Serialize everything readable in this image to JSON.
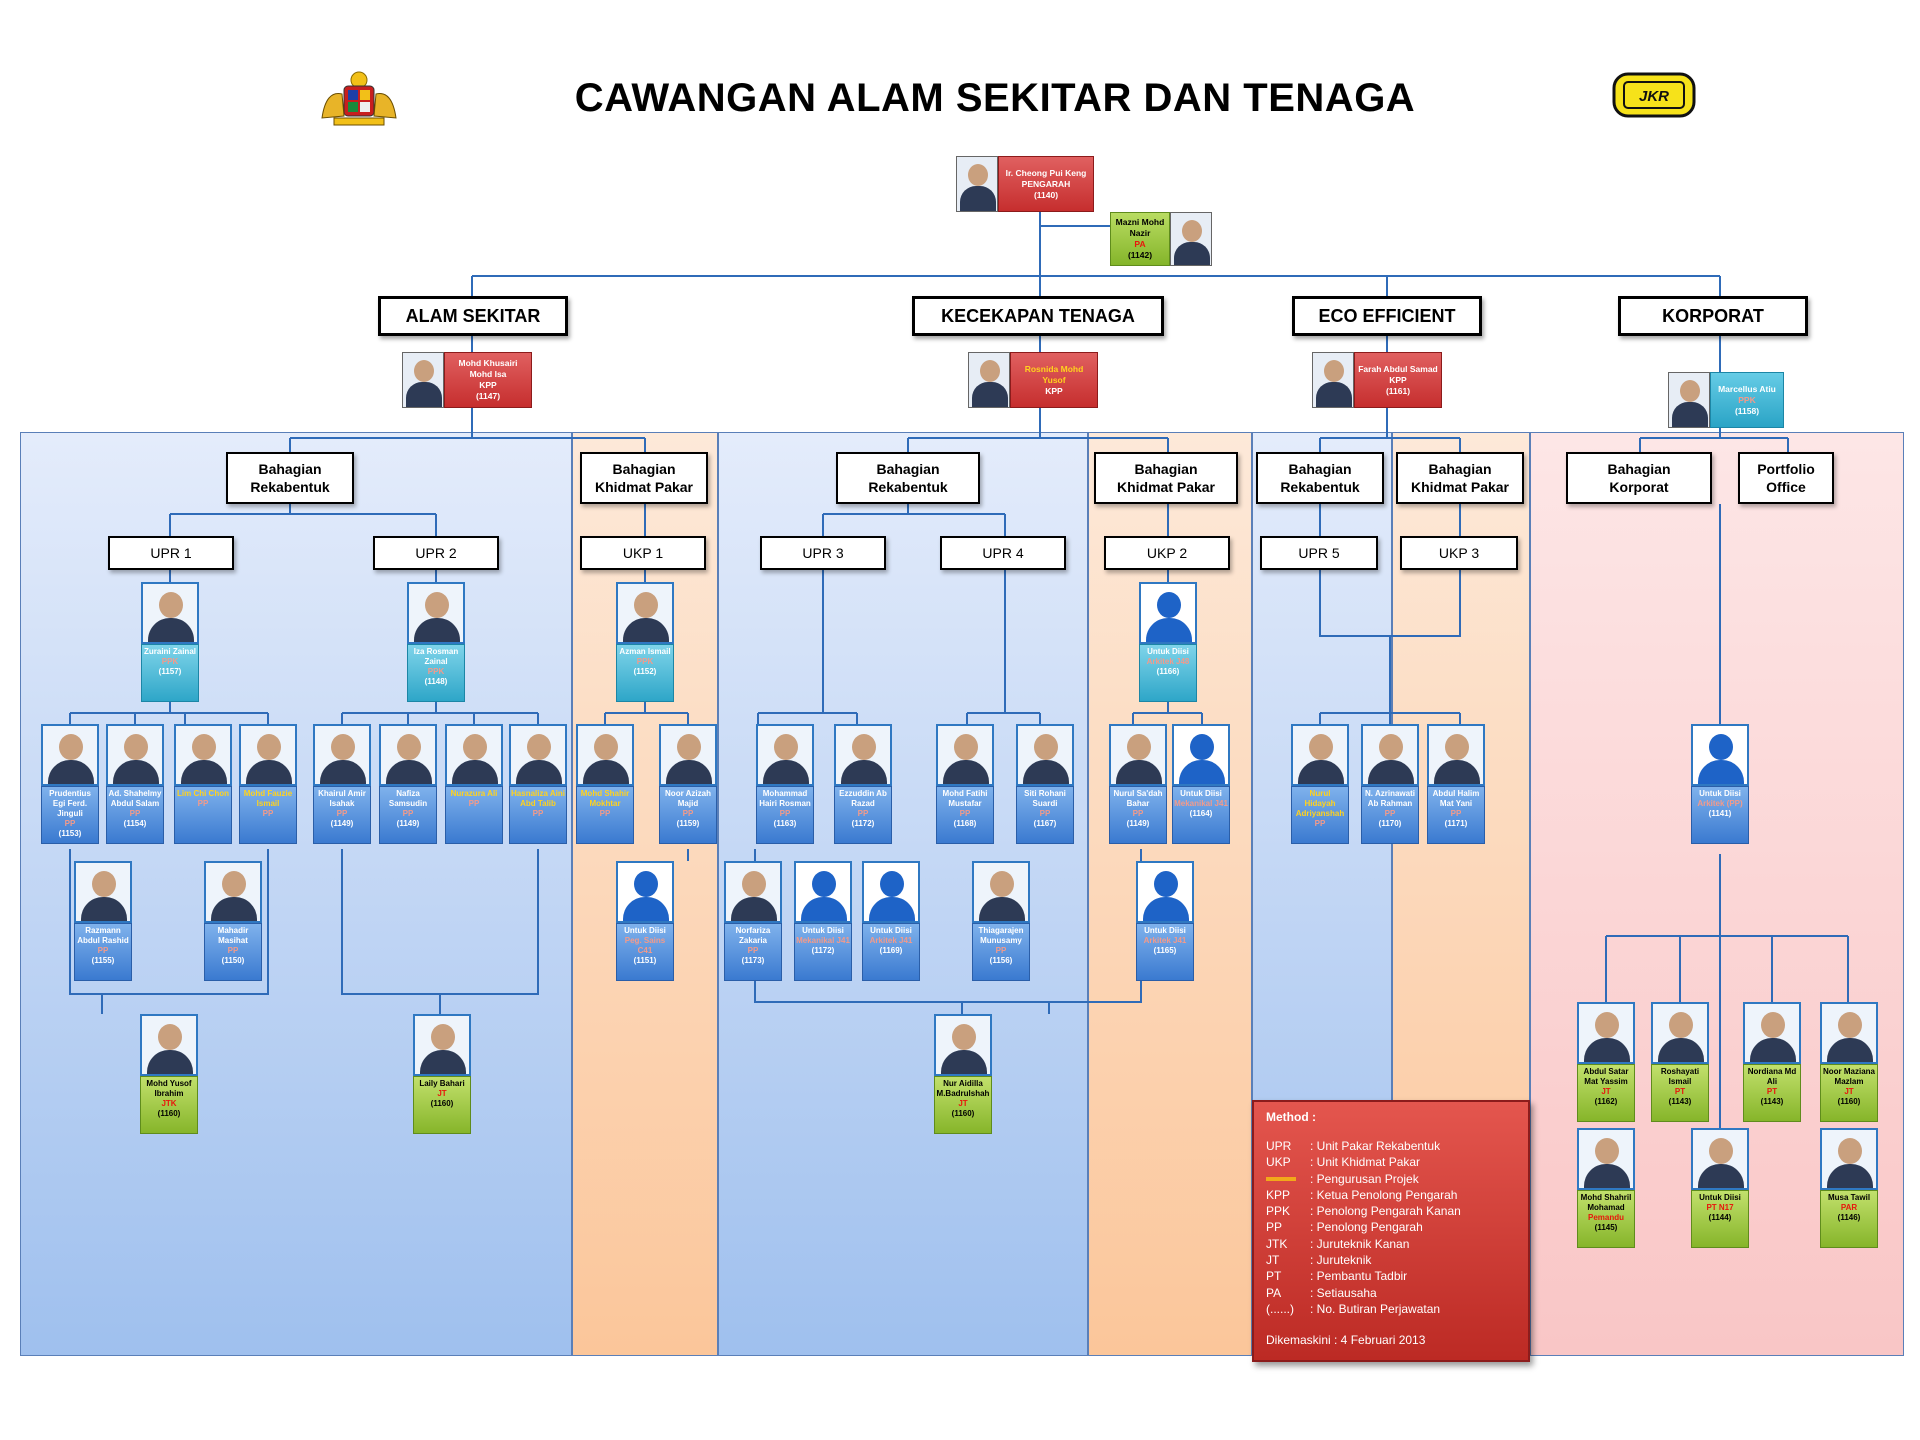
{
  "title": "CAWANGAN ALAM SEKITAR DAN TENAGA",
  "logo_right_text": "JKR",
  "director": {
    "name": "Ir. Cheong Pui Keng",
    "position": "PENGARAH",
    "code": "(1140)"
  },
  "pa": {
    "name": "Mazni Mohd Nazir",
    "position": "PA",
    "code": "(1142)"
  },
  "divisions": [
    {
      "label": "ALAM SEKITAR",
      "head": {
        "name": "Mohd Khusairi Mohd Isa",
        "position": "KPP",
        "code": "(1147)"
      }
    },
    {
      "label": "KECEKAPAN TENAGA",
      "head": {
        "name": "Rosnida Mohd Yusof",
        "position": "KPP",
        "code": ""
      }
    },
    {
      "label": "ECO EFFICIENT",
      "head": {
        "name": "Farah Abdul Samad",
        "position": "KPP",
        "code": "(1161)"
      }
    },
    {
      "label": "KORPORAT",
      "head": {
        "name": "Marcellus Atiu",
        "position": "PPK",
        "code": "(1158)"
      }
    }
  ],
  "sections": [
    "Bahagian\nRekabentuk",
    "Bahagian\nKhidmat Pakar",
    "Bahagian\nRekabentuk",
    "Bahagian\nKhidmat Pakar",
    "Bahagian\nRekabentuk",
    "Bahagian\nKhidmat Pakar",
    "Bahagian\nKorporat",
    "Portfolio\nOffice"
  ],
  "units": [
    "UPR 1",
    "UPR 2",
    "UKP 1",
    "UPR 3",
    "UPR 4",
    "UKP 2",
    "UPR 5",
    "UKP 3"
  ],
  "staff": [
    {
      "name": "Zuraini Zainal",
      "position": "PPK",
      "code": "(1157)"
    },
    {
      "name": "Iza Rosman Zainal",
      "position": "PPK",
      "code": "(1148)"
    },
    {
      "name": "Azman Ismail",
      "position": "PPK",
      "code": "(1152)"
    },
    {
      "name": "Untuk Diisi",
      "position": "Arkitek J48",
      "code": "(1166)"
    },
    {
      "name": "Prudentius Egi Ferd. Jinguli",
      "position": "PP",
      "code": "(1153)"
    },
    {
      "name": "Ad. Shahelmy Abdul Salam",
      "position": "PP",
      "code": "(1154)"
    },
    {
      "name": "Lim Chi Chon",
      "position": "PP",
      "code": ""
    },
    {
      "name": "Mohd Fauzie Ismail",
      "position": "PP",
      "code": ""
    },
    {
      "name": "Khairul Amir Isahak",
      "position": "PP",
      "code": "(1149)"
    },
    {
      "name": "Nafiza Samsudin",
      "position": "PP",
      "code": "(1149)"
    },
    {
      "name": "Nurazura Ali",
      "position": "PP",
      "code": ""
    },
    {
      "name": "Hasnaliza Aini Abd Talib",
      "position": "PP",
      "code": ""
    },
    {
      "name": "Mohd Shahir Mokhtar",
      "position": "PP",
      "code": ""
    },
    {
      "name": "Noor Azizah Majid",
      "position": "PP",
      "code": "(1159)"
    },
    {
      "name": "Mohammad Hairi Rosman",
      "position": "PP",
      "code": "(1163)"
    },
    {
      "name": "Ezzuddin Ab Razad",
      "position": "PP",
      "code": "(1172)"
    },
    {
      "name": "Mohd Fatihi Mustafar",
      "position": "PP",
      "code": "(1168)"
    },
    {
      "name": "Siti Rohani Suardi",
      "position": "PP",
      "code": "(1167)"
    },
    {
      "name": "Nurul Sa'dah Bahar",
      "position": "PP",
      "code": "(1149)"
    },
    {
      "name": "Untuk Diisi",
      "position": "Mekanikal J41",
      "code": "(1164)"
    },
    {
      "name": "Nurul Hidayah Adriyanshah",
      "position": "PP",
      "code": ""
    },
    {
      "name": "N. Azrinawati Ab Rahman",
      "position": "PP",
      "code": "(1170)"
    },
    {
      "name": "Abdul Halim Mat Yani",
      "position": "PP",
      "code": "(1171)"
    },
    {
      "name": "Untuk Diisi",
      "position": "Arkitek (PP)",
      "code": "(1141)"
    },
    {
      "name": "Razmann Abdul Rashid",
      "position": "PP",
      "code": "(1155)"
    },
    {
      "name": "Mahadir Masihat",
      "position": "PP",
      "code": "(1150)"
    },
    {
      "name": "Untuk Diisi",
      "position": "Peg. Sains C41",
      "code": "(1151)"
    },
    {
      "name": "Norfariza Zakaria",
      "position": "PP",
      "code": "(1173)"
    },
    {
      "name": "Untuk Diisi",
      "position": "Mekanikal J41",
      "code": "(1172)"
    },
    {
      "name": "Untuk Diisi",
      "position": "Arkitek J41",
      "code": "(1169)"
    },
    {
      "name": "Thiagarajen Munusamy",
      "position": "PP",
      "code": "(1156)"
    },
    {
      "name": "Untuk Diisi",
      "position": "Arkitek J41",
      "code": "(1165)"
    },
    {
      "name": "Mohd Yusof Ibrahim",
      "position": "JTK",
      "code": "(1160)"
    },
    {
      "name": "Laily Bahari",
      "position": "JT",
      "code": "(1160)"
    },
    {
      "name": "Nur Aidilla M.Badrulshah",
      "position": "JT",
      "code": "(1160)"
    },
    {
      "name": "Abdul Satar Mat Yassim",
      "position": "JT",
      "code": "(1162)"
    },
    {
      "name": "Roshayati Ismail",
      "position": "PT",
      "code": "(1143)"
    },
    {
      "name": "Nordiana Md Ali",
      "position": "PT",
      "code": "(1143)"
    },
    {
      "name": "Noor Maziana Mazlam",
      "position": "JT",
      "code": "(1160)"
    },
    {
      "name": "Mohd Shahril Mohamad",
      "position": "Pemandu",
      "code": "(1145)"
    },
    {
      "name": "Untuk Diisi",
      "position": "PT N17",
      "code": "(1144)"
    },
    {
      "name": "Musa Tawil",
      "position": "PAR",
      "code": "(1146)"
    }
  ],
  "legend": {
    "title": "Method :",
    "items": [
      {
        "key": "UPR",
        "text": ": Unit Pakar Rekabentuk"
      },
      {
        "key": "UKP",
        "text": ": Unit Khidmat Pakar"
      },
      {
        "key": "",
        "text": ": Pengurusan Projek"
      },
      {
        "key": "KPP",
        "text": ": Ketua Penolong Pengarah"
      },
      {
        "key": "PPK",
        "text": ": Penolong Pengarah Kanan"
      },
      {
        "key": "PP",
        "text": ": Penolong Pengarah"
      },
      {
        "key": "JTK",
        "text": ": Juruteknik Kanan"
      },
      {
        "key": "JT",
        "text": ": Juruteknik"
      },
      {
        "key": "PT",
        "text": ": Pembantu Tadbir"
      },
      {
        "key": "PA",
        "text": ": Setiausaha"
      },
      {
        "key": "(......)",
        "text": ": No. Butiran Perjawatan"
      }
    ],
    "updated": "Dikemaskini : 4 Februari 2013"
  },
  "colors": {
    "panel_blue": "#dce8fb",
    "panel_orange": "#fde3cc",
    "panel_pink": "#fde0e0",
    "card_blue": "#3a7ad0",
    "card_green": "#86b52a",
    "card_teal": "#2ea6c8",
    "head_red": "#c62e2e",
    "legend_red": "#c53730",
    "connector": "#2f6bb8",
    "project_mgmt_marker": "#f2a81a"
  }
}
